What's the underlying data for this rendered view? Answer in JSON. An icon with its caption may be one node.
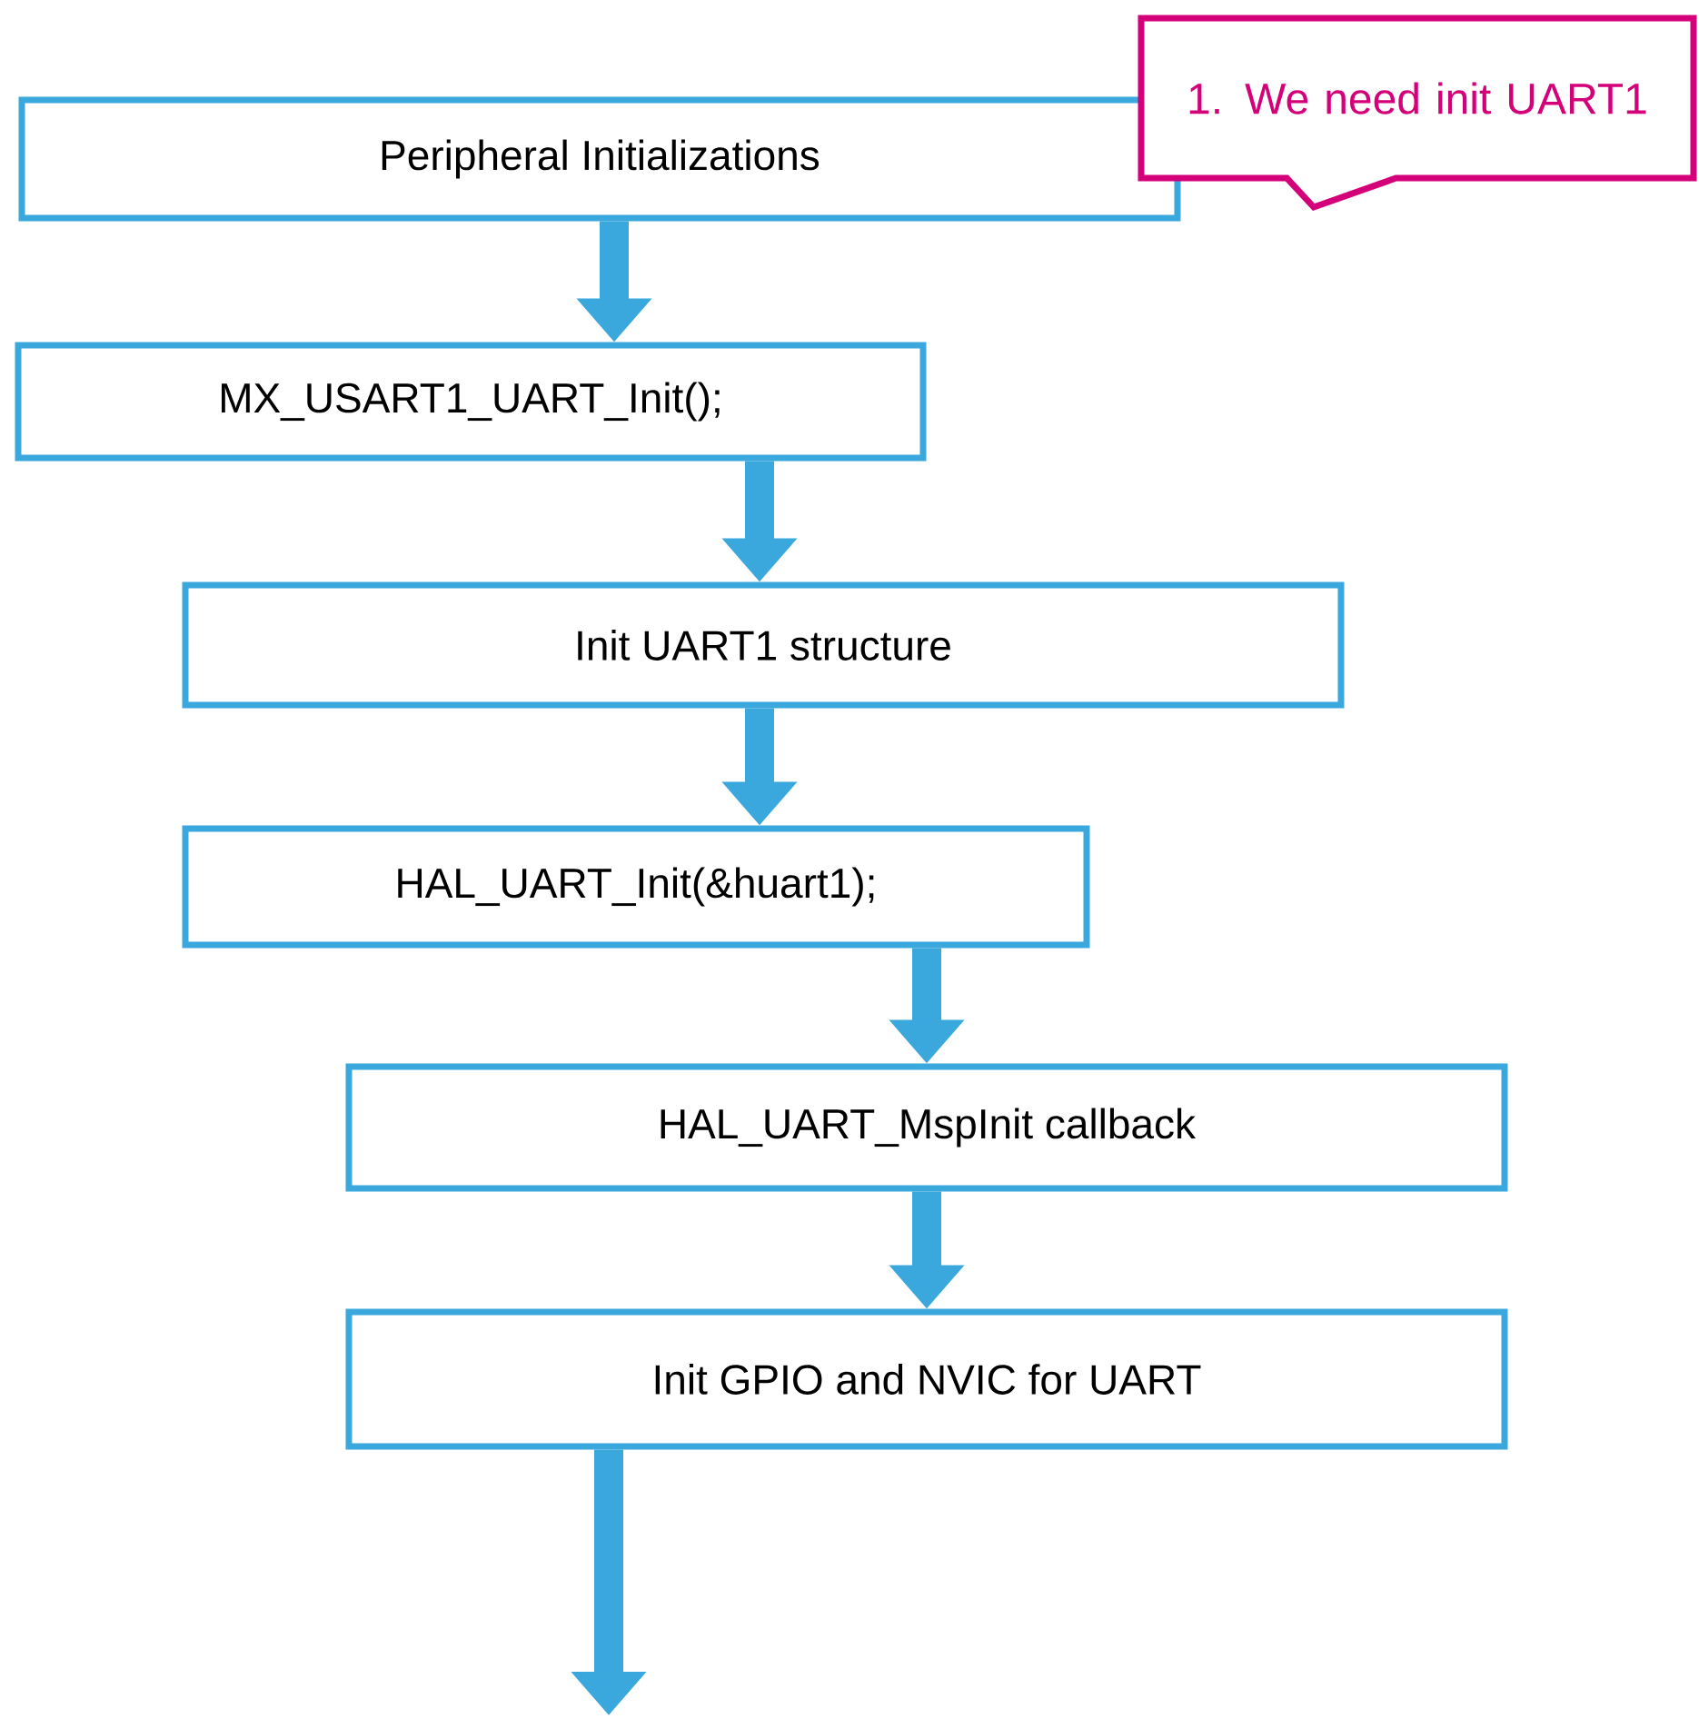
{
  "diagram": {
    "nodes": [
      {
        "text": [
          "Peripheral Initializations"
        ]
      },
      {
        "text": [
          "MX_USART1_UART_Init();"
        ]
      },
      {
        "text": [
          "Init UART1 structure"
        ]
      },
      {
        "text": [
          "HAL_UART_Init(&huart1);"
        ]
      },
      {
        "text": [
          "HAL_UART_MspInit callback"
        ]
      },
      {
        "text": [
          "Init GPIO and NVIC for UART"
        ]
      },
      {
        "text": [
          "1. We need init UART1"
        ]
      }
    ],
    "edges": [
      {
        "from": 0,
        "to": 1,
        "arrow": "to"
      },
      {
        "from": 1,
        "to": 2,
        "arrow": "to"
      },
      {
        "from": 2,
        "to": 3,
        "arrow": "to"
      },
      {
        "from": 3,
        "to": 4,
        "arrow": "to"
      },
      {
        "from": 4,
        "to": 5,
        "arrow": "to"
      },
      {
        "from": 5,
        "to": null,
        "arrow": "to"
      }
    ]
  }
}
